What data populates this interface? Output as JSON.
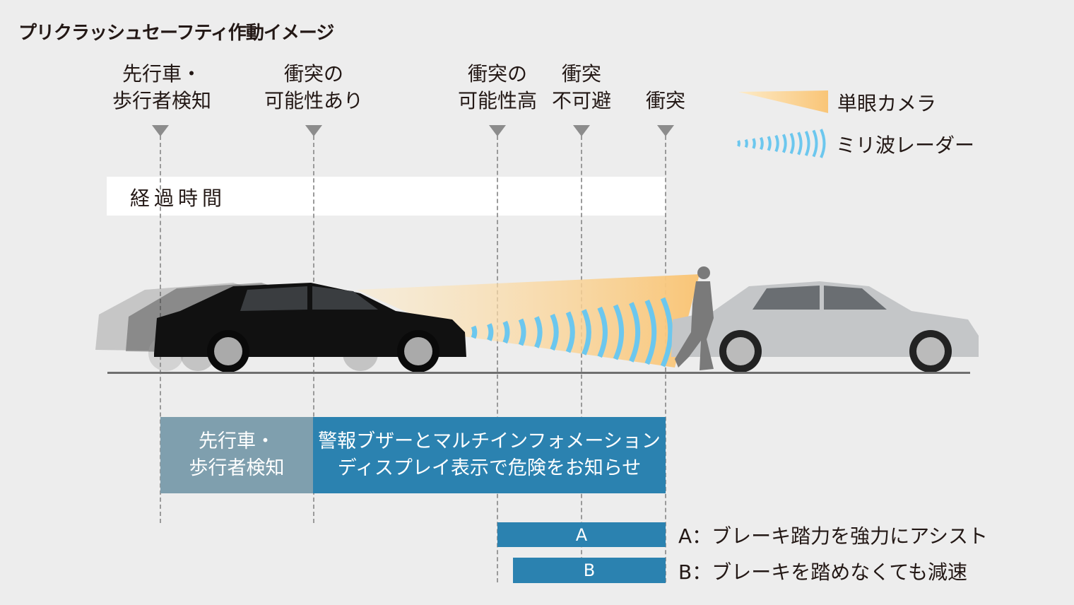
{
  "title": "プリクラッシュセーフティ作動イメージ",
  "stages": [
    {
      "line1": "先行車・",
      "line2": "歩行者検知"
    },
    {
      "line1": "衝突の",
      "line2": "可能性あり"
    },
    {
      "line1": "衝突の",
      "line2": "可能性高"
    },
    {
      "line1": "衝突",
      "line2": "不可避"
    },
    {
      "line1": "",
      "line2": "衝突"
    }
  ],
  "timeline_label": "経過時間",
  "legend": {
    "camera": "単眼カメラ",
    "radar": "ミリ波レーダー"
  },
  "boxes": {
    "detect": {
      "line1": "先行車・",
      "line2": "歩行者検知"
    },
    "warn": {
      "line1": "警報ブザーとマルチインフォメーション",
      "line2": "ディスプレイ表示で危険をお知らせ"
    }
  },
  "bars": {
    "a_label": "A",
    "b_label": "B"
  },
  "notes": {
    "a": "A：ブレーキ踏力を強力にアシスト",
    "b": "B：ブレーキを踏めなくても減速"
  },
  "colors": {
    "background": "#ededed",
    "warn_blue": "#2b82b0",
    "detect_gray_blue": "#7f9fae",
    "camera_orange": "#fbd08a",
    "radar_blue": "#6cc7ee"
  }
}
